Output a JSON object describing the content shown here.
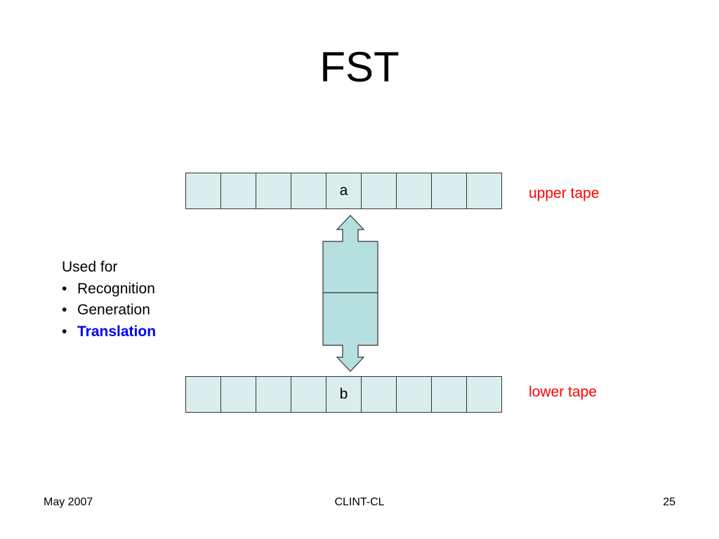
{
  "slide": {
    "title": "FST"
  },
  "tapes": {
    "upper": {
      "cells": [
        "",
        "",
        "",
        "",
        "a",
        "",
        "",
        "",
        ""
      ],
      "label": "upper tape"
    },
    "lower": {
      "cells": [
        "",
        "",
        "",
        "",
        "b",
        "",
        "",
        "",
        ""
      ],
      "label": "lower tape"
    }
  },
  "used_for": {
    "heading": "Used for",
    "items": [
      {
        "bullet": "•",
        "text": "Recognition"
      },
      {
        "bullet": "•",
        "text": "Generation"
      },
      {
        "bullet": "•",
        "text": "Translation",
        "highlight": true
      }
    ]
  },
  "footer": {
    "date": "May 2007",
    "center": "CLINT-CL",
    "page": "25"
  },
  "colors": {
    "cell_fill": "#dbeeee",
    "arrow_fill": "#b6dfe0",
    "tape_label": "#ff0000",
    "highlight": "#0000ee"
  }
}
